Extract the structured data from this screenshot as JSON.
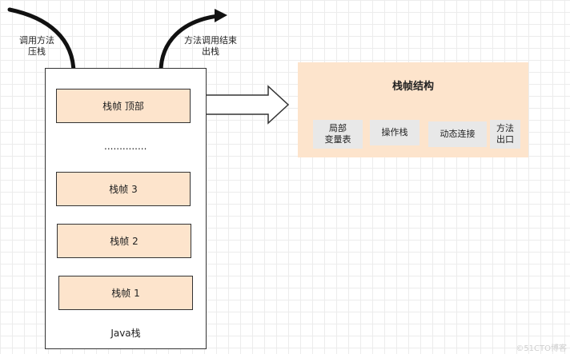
{
  "labels": {
    "push": "调用方法\n压栈",
    "pop": "方法调用结束\n出栈"
  },
  "stack": {
    "frames": [
      "栈帧 顶部",
      "栈帧 3",
      "栈帧 2",
      "栈帧 1"
    ],
    "ellipsis": "..............",
    "label": "Java栈"
  },
  "structure": {
    "title": "栈帧结构",
    "parts": [
      "局部\n变量表",
      "操作栈",
      "动态连接",
      "方法\n出口"
    ]
  },
  "watermark": "©51CTO博客",
  "colors": {
    "frame_fill": "#fde4cc",
    "panel_fill": "#fde4cc",
    "part_fill": "#e8e8e8",
    "border": "#333333"
  }
}
